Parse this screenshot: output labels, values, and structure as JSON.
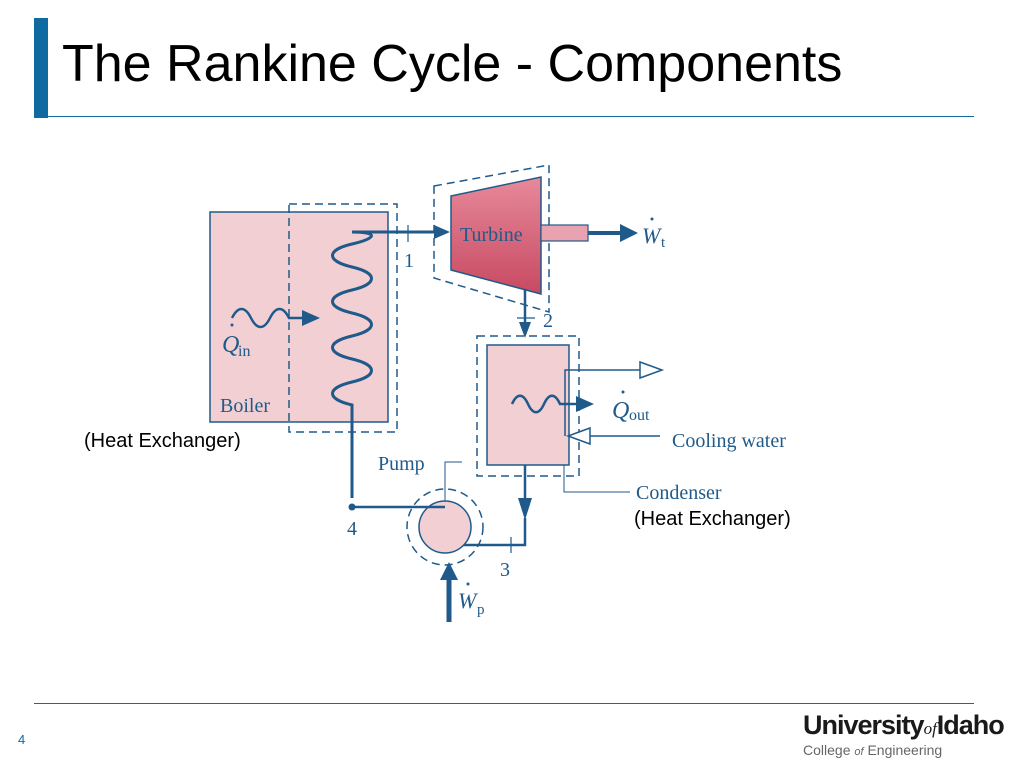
{
  "slide": {
    "title": "The Rankine Cycle - Components",
    "page_number": "4",
    "accent_color": "#0e6aa1"
  },
  "diagram": {
    "components": {
      "turbine": "Turbine",
      "boiler": "Boiler",
      "pump": "Pump",
      "condenser": "Condenser",
      "cooling_water": "Cooling water"
    },
    "states": [
      "1",
      "2",
      "3",
      "4"
    ],
    "symbols": {
      "q_in": "Q",
      "q_in_sub": "in",
      "q_out": "Q",
      "q_out_sub": "out",
      "w_t": "W",
      "w_t_sub": "t",
      "w_p": "W",
      "w_p_sub": "p"
    },
    "colors": {
      "line": "#1f5a8a",
      "fill": "#f2cfd3",
      "turbine_fill": "#d9657a"
    }
  },
  "captions": {
    "boiler_note": "(Heat Exchanger)",
    "condenser_note": "(Heat Exchanger)"
  },
  "logo": {
    "part1": "University",
    "of": "of",
    "part2": "Idaho",
    "sub1": "College",
    "sub_of": "of",
    "sub2": "Engineering"
  }
}
